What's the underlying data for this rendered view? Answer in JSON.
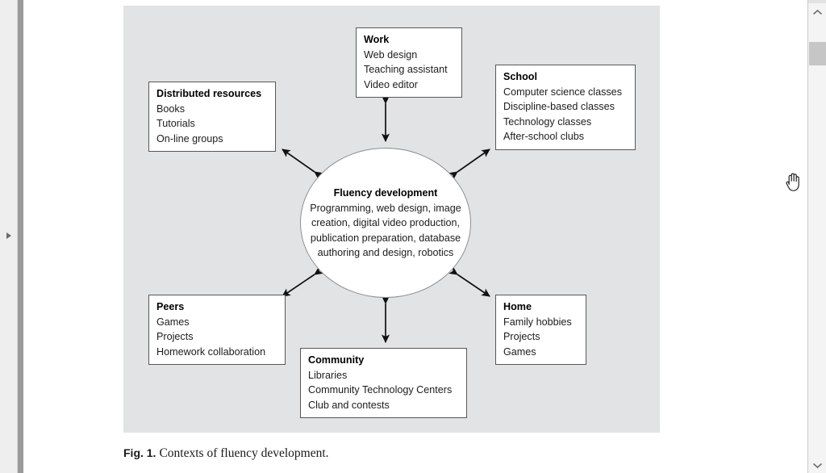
{
  "viewer": {
    "sidebar_toggle_icon": "triangle-right-icon",
    "scroll_up_icon": "chevron-up-icon",
    "scroll_down_icon": "chevron-down-icon",
    "cursor_icon": "open-hand-cursor-icon"
  },
  "figure": {
    "background_color": "#e2e3e4",
    "center": {
      "title": "Fluency development",
      "body": "Programming, web design, image creation, digital video production, publication preparation, database authoring and design, robotics"
    },
    "nodes": [
      {
        "id": "work",
        "title": "Work",
        "items": [
          "Web design",
          "Teaching assistant",
          "Video editor"
        ]
      },
      {
        "id": "school",
        "title": "School",
        "items": [
          "Computer science classes",
          "Discipline-based classes",
          "Technology classes",
          "After-school clubs"
        ]
      },
      {
        "id": "distributed",
        "title": "Distributed resources",
        "items": [
          "Books",
          "Tutorials",
          "On-line groups"
        ]
      },
      {
        "id": "peers",
        "title": "Peers",
        "items": [
          "Games",
          "Projects",
          "Homework collaboration"
        ]
      },
      {
        "id": "community",
        "title": "Community",
        "items": [
          "Libraries",
          "Community Technology Centers",
          "Club and contests"
        ]
      },
      {
        "id": "home",
        "title": "Home",
        "items": [
          "Family hobbies",
          "Projects",
          "Games"
        ]
      }
    ],
    "connectors": [
      {
        "from": "center",
        "to": "work",
        "style": "double-headed-arrow"
      },
      {
        "from": "center",
        "to": "school",
        "style": "double-headed-arrow"
      },
      {
        "from": "center",
        "to": "distributed",
        "style": "double-headed-arrow"
      },
      {
        "from": "center",
        "to": "peers",
        "style": "double-headed-arrow"
      },
      {
        "from": "center",
        "to": "community",
        "style": "double-headed-arrow"
      },
      {
        "from": "center",
        "to": "home",
        "style": "double-headed-arrow"
      }
    ]
  },
  "caption": {
    "label": "Fig. 1.",
    "text": "Contexts of fluency development."
  }
}
